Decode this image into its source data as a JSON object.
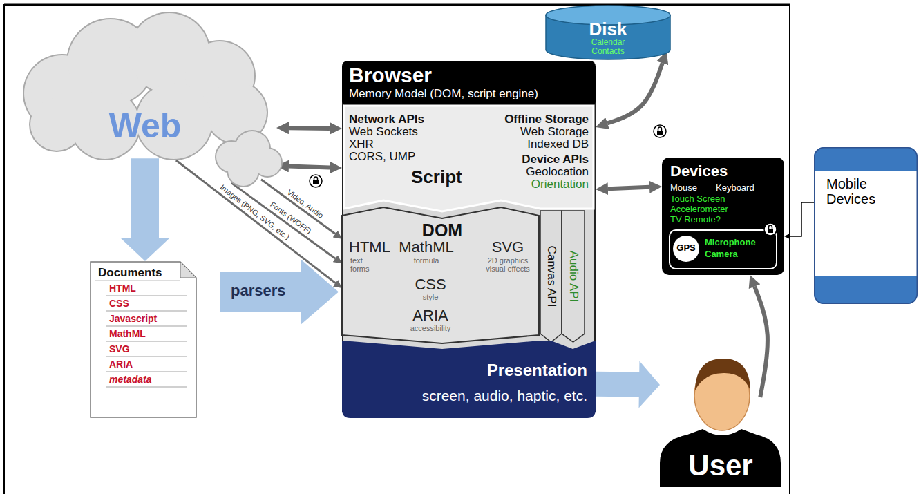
{
  "diagram": {
    "nodes": [
      {
        "text": [
          "Web"
        ]
      },
      {
        "text": [
          "Browser",
          "Memory Model (DOM, script engine)"
        ]
      },
      {
        "text": [
          "Network APIs",
          "Web Sockets",
          "XHR",
          "CORS, UMP",
          "Offline Storage",
          "Web Storage",
          "Indexed DB",
          "Device APIs",
          "Geolocation",
          "Orientation",
          "Script"
        ],
        "in": 1
      },
      {
        "text": [
          "DOM",
          "HTML",
          "text forms",
          "MathML",
          "formula",
          "SVG",
          "2D graphics visual effects",
          "CSS",
          "style",
          "ARIA",
          "accessibility"
        ],
        "in": 1
      },
      {
        "text": [
          "Canvas API"
        ],
        "in": 1
      },
      {
        "text": [
          "Audio API"
        ],
        "in": 1
      },
      {
        "text": [
          "Presentation",
          "screen, audio, haptic, etc."
        ],
        "in": 1
      },
      {
        "text": [
          "Disk",
          "Calendar",
          "Contacts"
        ]
      },
      {
        "text": [
          "Devices",
          "Mouse",
          "Keyboard",
          "Touch Screen",
          "Accelerometer",
          "TV Remote?"
        ]
      },
      {
        "text": [
          "Microphone",
          "Camera"
        ],
        "in": 8
      },
      {
        "text": [
          "GPS"
        ],
        "in": 9
      },
      {
        "text": [
          "Mobile Devices"
        ]
      },
      {
        "text": [
          "Documents",
          "HTML",
          "CSS",
          "Javascript",
          "MathML",
          "SVG",
          "ARIA",
          "metadata"
        ]
      },
      {
        "text": [
          "parsers"
        ]
      },
      {
        "text": [
          "User"
        ]
      }
    ],
    "edges": [
      {
        "from": 0,
        "to": 2,
        "arrow": "both"
      },
      {
        "from": 0,
        "to": 2,
        "arrow": "both"
      },
      {
        "from": 0,
        "to": 3,
        "label": "Video, Audio",
        "arrow": "to"
      },
      {
        "from": 0,
        "to": 3,
        "label": "Fonts (WOFF)",
        "arrow": "to"
      },
      {
        "from": 0,
        "to": 3,
        "label": "Images (PNG, SVG, etc.)",
        "arrow": "to"
      },
      {
        "from": 0,
        "to": 12,
        "arrow": "to"
      },
      {
        "from": 7,
        "to": 2,
        "arrow": "both"
      },
      {
        "from": 2,
        "to": 8,
        "arrow": "both"
      },
      {
        "from": 11,
        "to": 8,
        "arrow": "to"
      },
      {
        "from": 6,
        "to": 14,
        "arrow": "to"
      },
      {
        "from": 14,
        "to": 8,
        "arrow": "to"
      }
    ]
  }
}
